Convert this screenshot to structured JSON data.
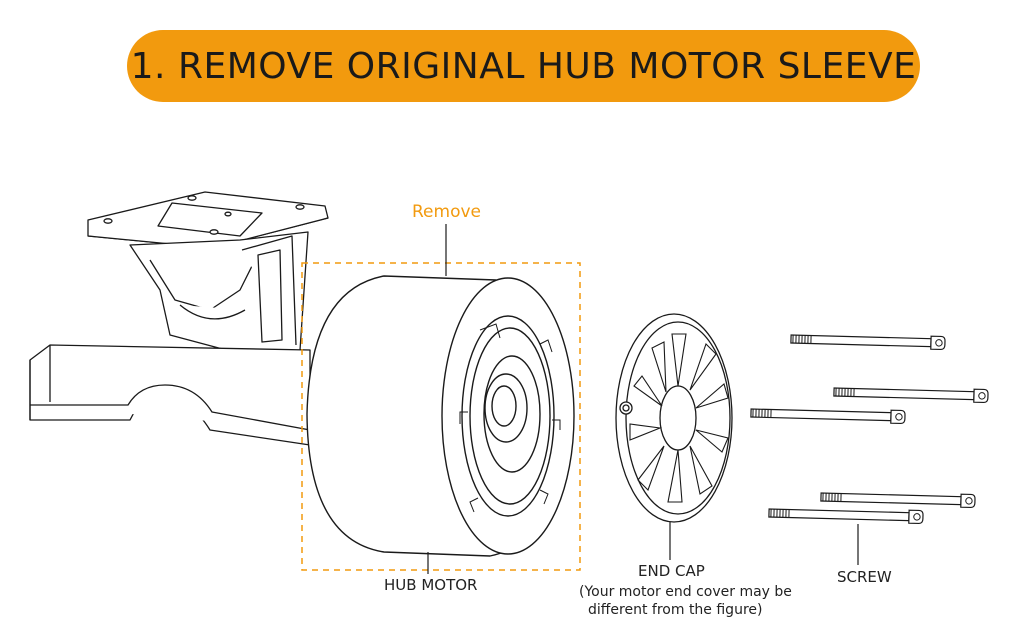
{
  "title": "1. REMOVE ORIGINAL HUB MOTOR SLEEVE",
  "labels": {
    "remove": "Remove",
    "hub_motor": "HUB MOTOR",
    "end_cap": "END CAP",
    "note_line1": "(Your motor end cover may be",
    "note_line2": "different from the figure)",
    "screw": "SCREW"
  },
  "colors": {
    "banner": "#F29A0E",
    "accent": "#F29A0E",
    "line": "#1a1a1a"
  },
  "icons": {
    "truck": "truck-icon",
    "hub_motor": "hub-motor-icon",
    "end_cap": "end-cap-icon",
    "screws": "screw-icon"
  }
}
